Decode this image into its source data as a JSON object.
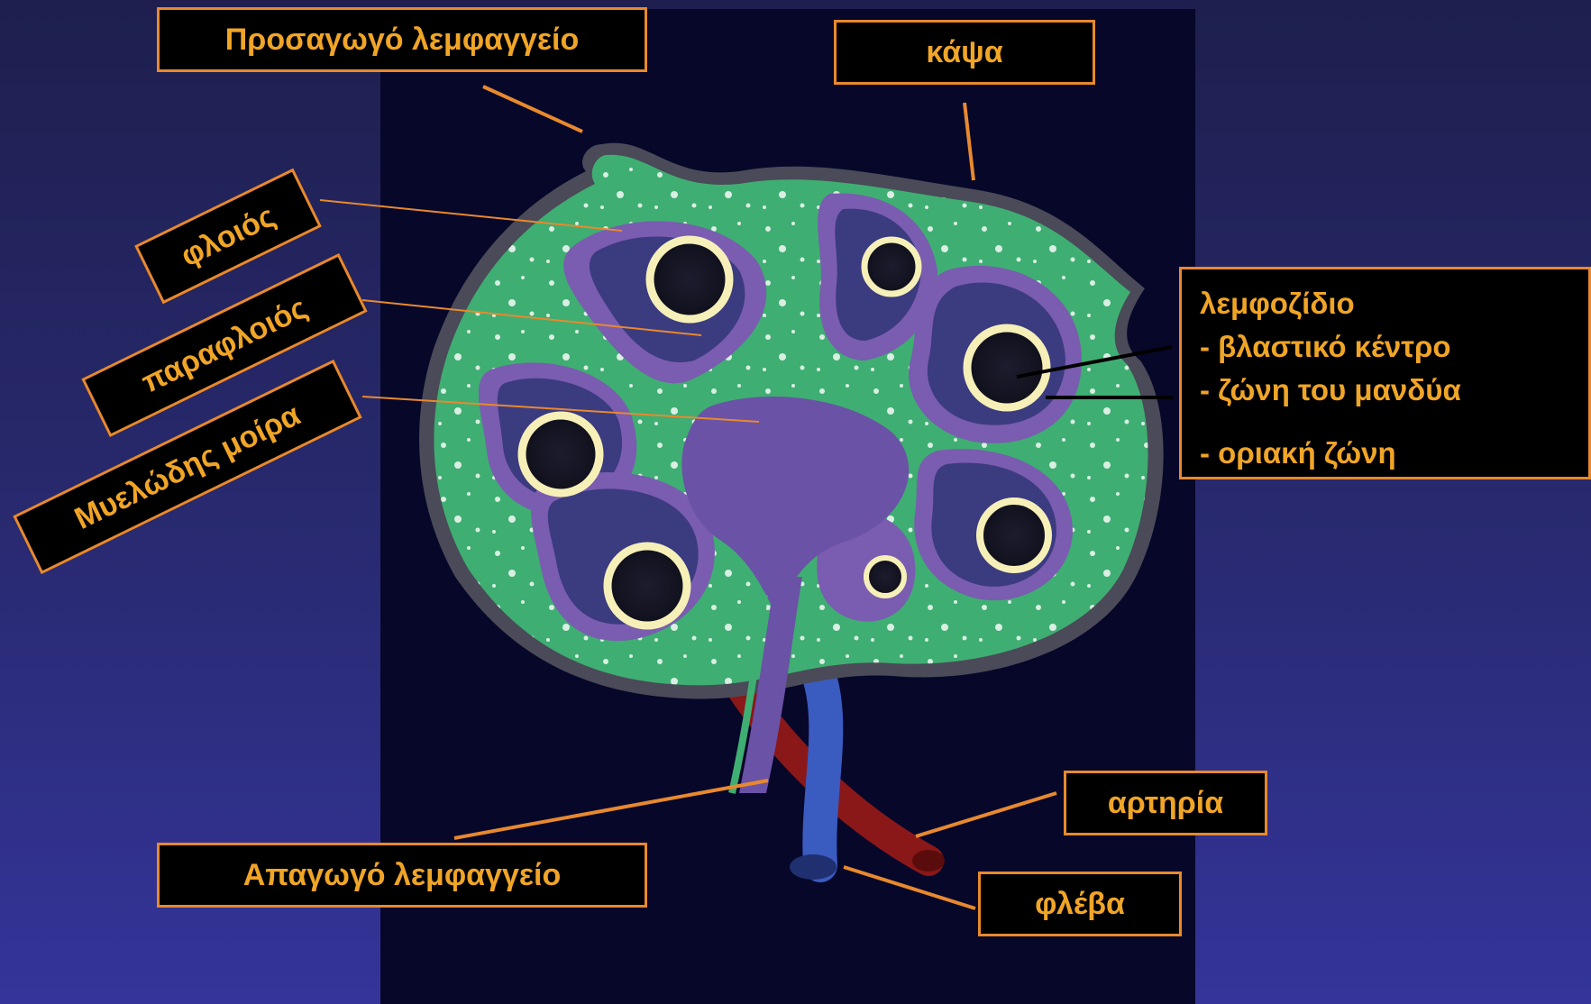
{
  "labels": {
    "afferent": "Προσαγωγό λεμφαγγείο",
    "capsule": "κάψα",
    "cortex": "φλοιός",
    "paracortex": "παραφλοιός",
    "medulla": "Μυελώδης μοίρα",
    "efferent": "Απαγωγό λεμφαγγείο",
    "artery": "αρτηρία",
    "vein": "φλέβα"
  },
  "follicle_box": {
    "title": "λεμφοζίδιο",
    "item1": "- βλαστικό κέντρο",
    "item2": "- ζώνη του μανδύα",
    "item3": "- οριακή ζώνη"
  },
  "colors": {
    "label_border": "#e8892e",
    "label_text": "#f0a526",
    "node_green": "#3fae72",
    "paracortex_purple": "#7a5cb0",
    "follicle_rim": "#f6f0b8",
    "artery_red": "#9b1d1d",
    "vein_blue": "#3a5bbf"
  }
}
